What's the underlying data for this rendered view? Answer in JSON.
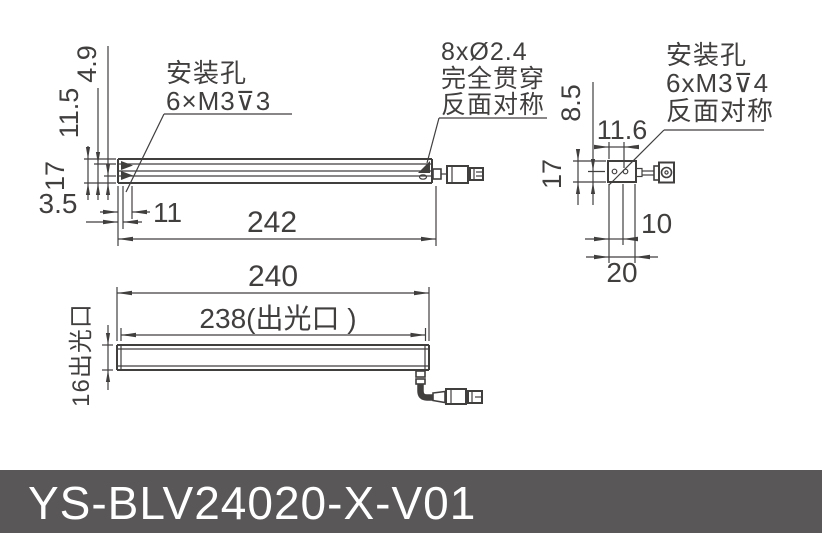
{
  "colors": {
    "line": "#413e3e",
    "title_bg": "#595757",
    "title_text": "#ffffff",
    "background": "#ffffff"
  },
  "side_view": {
    "note_mount": {
      "l1": "安装孔",
      "l2": "6×M3⊽3"
    },
    "note_through": {
      "l1": "8xØ2.4",
      "l2": "完全贯穿",
      "l3": "反面对称"
    },
    "dim_length": "242",
    "dim_hole_x": "11",
    "dim_edge_x": "3.5",
    "dim_height": "17",
    "dim_hole_y2": "11.5",
    "dim_hole_y1": "4.9"
  },
  "end_view": {
    "note_mount": {
      "l1": "安装孔",
      "l2": "6xM3⊽4",
      "l3": "反面对称"
    },
    "dim_height": "17",
    "dim_hole_y": "8.5",
    "dim_hole_x": "11.6",
    "dim_hole_pitch": "10",
    "dim_width": "20"
  },
  "front_view": {
    "dim_length": "240",
    "dim_window": "238(出光口 )",
    "dim_height": "16出光口"
  },
  "title_bar": {
    "label": "YS-BLV24020-X-V01"
  }
}
